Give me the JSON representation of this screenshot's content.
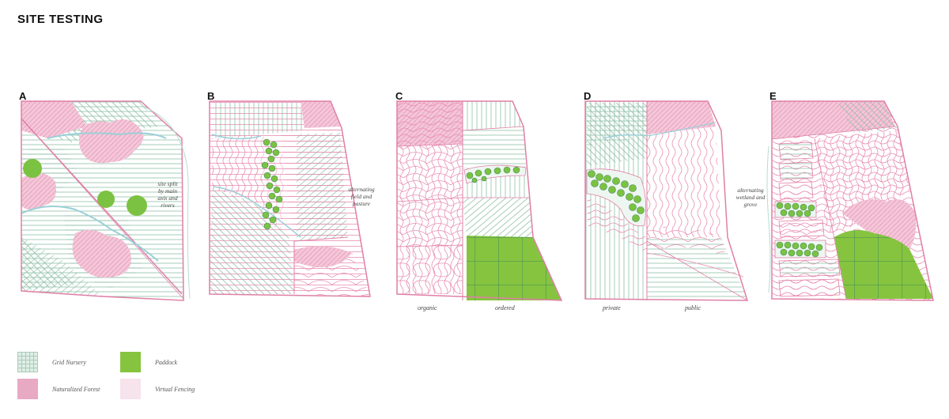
{
  "title": "SITE TESTING",
  "plans": [
    {
      "letter": "A",
      "note": "site split\nby main\naxis and\nrivers"
    },
    {
      "letter": "B",
      "note": "alternating\nfield and\npasture"
    },
    {
      "letter": "C",
      "labels": [
        "organic",
        "ordered"
      ]
    },
    {
      "letter": "D",
      "labels": [
        "private",
        "public"
      ]
    },
    {
      "letter": "E",
      "note": "alternating\nwetland and\ngrove"
    }
  ],
  "legend": [
    {
      "label": "Grid Nursery",
      "color": "#dfeee6"
    },
    {
      "label": "Paddock",
      "color": "#86c440"
    },
    {
      "label": "Naturalized Forest",
      "color": "#e8a9c2"
    },
    {
      "label": "Virtual Fencing",
      "color": "#f7e3ec"
    }
  ],
  "colors": {
    "outline": "#e07fa6",
    "pink_line": "#e88fb2",
    "green_line": "#8fc0a8",
    "paddock": "#86c440",
    "grove_dot": "#7cc242",
    "river": "#9ad0d8"
  }
}
